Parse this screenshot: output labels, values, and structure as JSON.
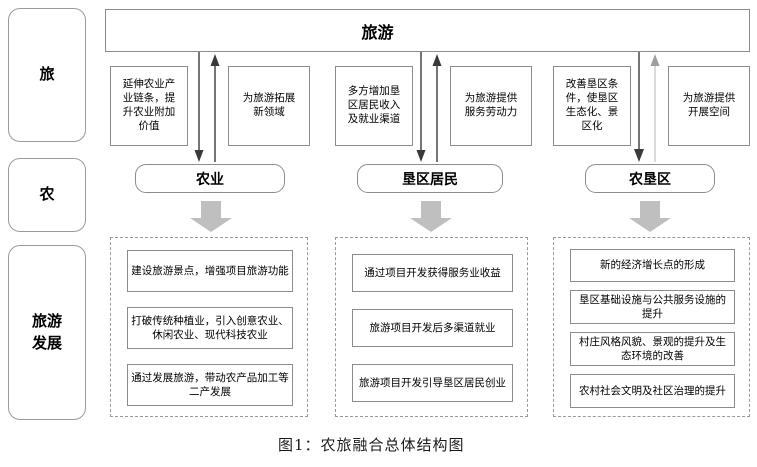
{
  "figure": {
    "caption": "图1：农旅融合总体结构图",
    "colors": {
      "stroke": "#8c8c8c",
      "arrow_dark": "#3a3a3a",
      "arrow_light": "#b9b9b9",
      "block_arrow": "#bfbfbf",
      "text": "#000000"
    }
  },
  "row_labels": [
    {
      "text": "旅"
    },
    {
      "text": "农"
    },
    {
      "text": "旅游\n发展"
    }
  ],
  "top_node": {
    "label": "旅游"
  },
  "columns": [
    {
      "node": "农业",
      "up_label": "延伸农业产\n业链条，提\n升农业附加\n价值",
      "down_label": "为旅游拓展\n新领域",
      "outcomes": [
        "建设旅游景点，增强项目旅游功能",
        "打破传统种植业，引入创意农业、休闲农业、现代科技农业",
        "通过发展旅游，带动农产品加工等二产发展"
      ]
    },
    {
      "node": "垦区居民",
      "up_label": "多方增加垦\n区居民收入\n及就业渠道",
      "down_label": "为旅游提供\n服务劳动力",
      "outcomes": [
        "通过项目开发获得服务业收益",
        "旅游项目开发后多渠道就业",
        "旅游项目开发引导垦区居民创业"
      ]
    },
    {
      "node": "农垦区",
      "up_label": "改善垦区条\n件，使垦区\n生态化、景\n区化",
      "down_label": "为旅游提供\n开展空间",
      "outcomes": [
        "新的经济增长点的形成",
        "垦区基础设施与公共服务设施的提升",
        "村庄风格风貌、景观的提升及生态环境的改善",
        "农村社会文明及社区治理的提升"
      ]
    }
  ]
}
